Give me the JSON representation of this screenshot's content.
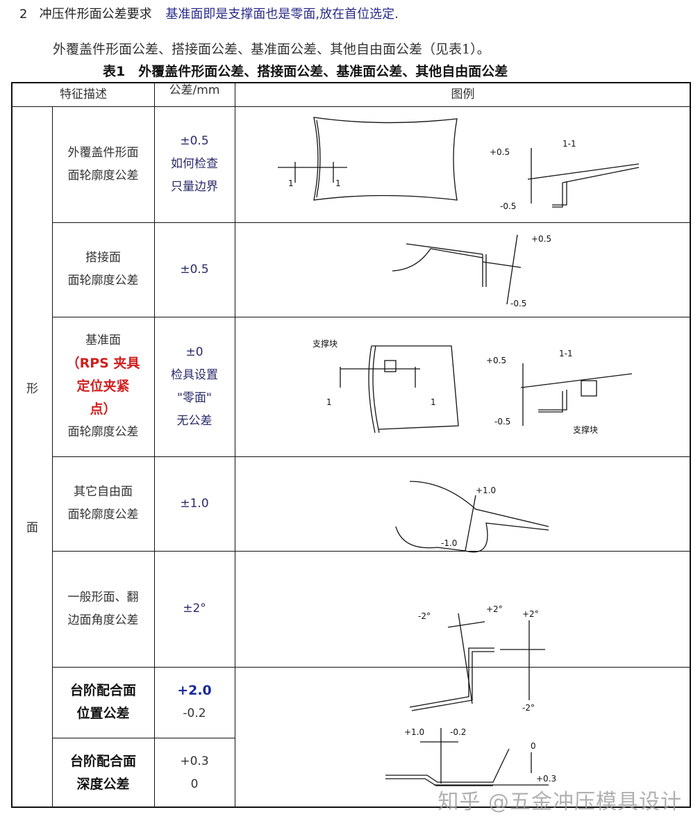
{
  "heading": {
    "number": "2",
    "title": "冲压件形面公差要求",
    "note": "基准面即是支撑面也是零面,放在首位选定."
  },
  "intro": "外覆盖件形面公差、搭接面公差、基准面公差、其他自由面公差（见表1）。",
  "caption": "表1　外覆盖件形面公差、搭接面公差、基准面公差、其他自由面公差",
  "table": {
    "headers": [
      "特征描述",
      "公差/mm",
      "图例"
    ],
    "group_label": [
      "形",
      "面"
    ],
    "rows": [
      {
        "feature": [
          "外覆盖件形面",
          "面轮廓度公差"
        ],
        "tolerance": [
          "±0.5",
          "如何检查",
          "只量边界"
        ],
        "figure_labels": [
          "1",
          "1",
          "+0.5",
          "1-1",
          "-0.5"
        ]
      },
      {
        "feature": [
          "搭接面",
          "面轮廓度公差"
        ],
        "tolerance": [
          "±0.5"
        ],
        "figure_labels": [
          "+0.5",
          "-0.5"
        ]
      },
      {
        "feature": [
          "基准面",
          "（RPS 夹具",
          "定位夹紧",
          "点）",
          "面轮廓度公差"
        ],
        "tolerance": [
          "±0",
          "检具设置",
          "\"零面\"",
          "无公差"
        ],
        "figure_labels": [
          "支撑块",
          "1",
          "1",
          "+0.5",
          "1-1",
          "-0.5",
          "支撑块"
        ]
      },
      {
        "feature": [
          "其它自由面",
          "面轮廓度公差"
        ],
        "tolerance": [
          "±1.0"
        ],
        "figure_labels": [
          "+1.0",
          "-1.0"
        ]
      },
      {
        "feature": [
          "一般形面、翻",
          "边面角度公差"
        ],
        "tolerance": [
          "±2°"
        ],
        "figure_labels": [
          "-2°",
          "+2°",
          "+2°",
          "-2°"
        ]
      },
      {
        "feature": [
          "台阶配合面",
          "位置公差"
        ],
        "tolerance": [
          "+2.0",
          "-0.2"
        ],
        "figure_labels": [
          "+1.0",
          "-0.2",
          "0"
        ]
      },
      {
        "feature": [
          "台阶配合面",
          "深度公差"
        ],
        "tolerance": [
          "+0.3",
          "0"
        ],
        "figure_labels": [
          "+0.3"
        ]
      }
    ]
  },
  "watermark": "知乎 @五金冲压模具设计",
  "colors": {
    "heading_note": "#2a2a8a",
    "highlight_red": "#d02020",
    "bold_blue": "#1a2a9a"
  }
}
